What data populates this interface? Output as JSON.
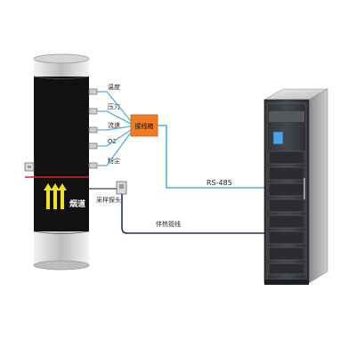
{
  "diagram": {
    "sensors": [
      {
        "key": "temperature",
        "label": "温度"
      },
      {
        "key": "pressure",
        "label": "压力"
      },
      {
        "key": "flow",
        "label": "流速"
      },
      {
        "key": "o2",
        "label": "O2"
      },
      {
        "key": "dust",
        "label": "粉尘"
      }
    ],
    "junction_box_label": "接线箱",
    "flue_label": "烟道",
    "sampling_probe_label": "采样探头",
    "comm_link_label": "RS-485",
    "heated_line_label": "伴热管线",
    "colors": {
      "pipe": "#111111",
      "pipe_edge": "#c8c8c8",
      "junction_box": "#f07b22",
      "signal_line": "#4fb3d9",
      "heated_line": "#1f2d7a",
      "red_line": "#e02020",
      "arrow": "#f2e21a",
      "cabinet": "#3a3d42",
      "screen": "#4aa3e8"
    }
  }
}
